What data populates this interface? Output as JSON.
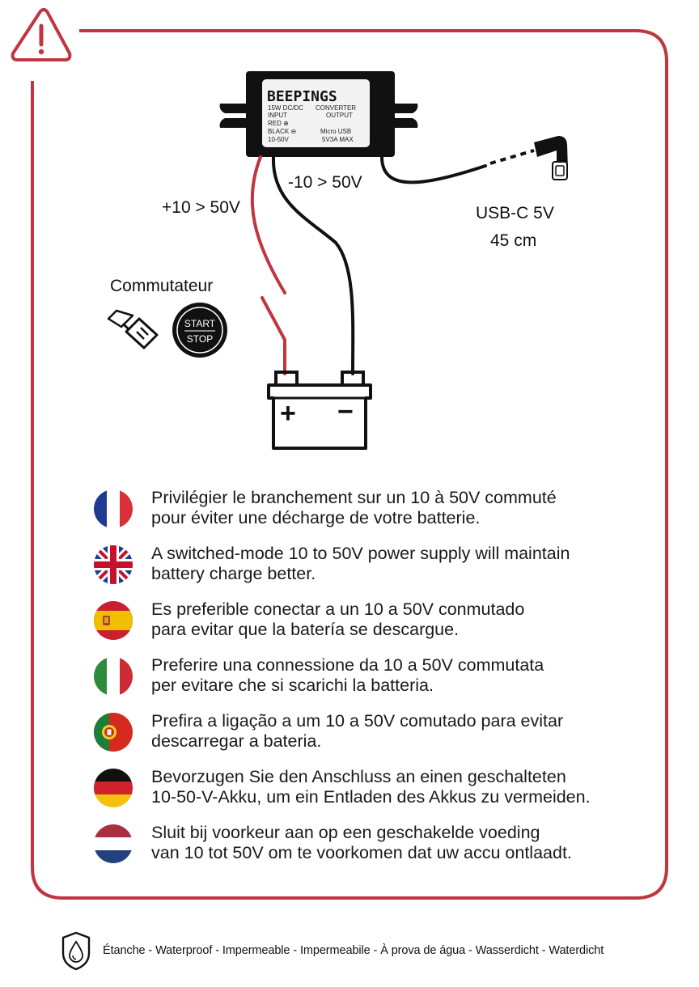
{
  "brand_color": "#c0353f",
  "converter": {
    "brand": "BEEPINGS",
    "line1_left": "15W  DC/DC",
    "line1_right": "CONVERTER",
    "line2_left": "INPUT",
    "line2_right": "OUTPUT",
    "line3_left": "RED  ⊕",
    "line4_left": "BLACK ⊖",
    "line4_right": "Micro USB",
    "line5_left": "10-50V",
    "line5_right": "5V3A  MAX"
  },
  "labels": {
    "negative": "-10 > 50V",
    "positive": "+10 > 50V",
    "usb_type": "USB-C 5V",
    "usb_length": "45 cm",
    "switch": "Commutateur",
    "start": "START",
    "stop": "STOP",
    "battery_plus": "+",
    "battery_minus": "−"
  },
  "warning_icon": "warning-triangle-icon",
  "languages": [
    {
      "flag": "france-flag-icon",
      "lines": [
        "Privilégier le branchement sur un 10 à 50V commuté",
        "pour éviter une décharge de votre batterie."
      ]
    },
    {
      "flag": "uk-flag-icon",
      "lines": [
        "A switched-mode 10 to 50V power supply will maintain",
        "battery charge better."
      ]
    },
    {
      "flag": "spain-flag-icon",
      "lines": [
        "Es preferible conectar a un 10 a 50V conmutado",
        "para evitar que la batería se descargue."
      ]
    },
    {
      "flag": "italy-flag-icon",
      "lines": [
        "Preferire una connessione da 10 a 50V commutata",
        "per evitare che si scarichi la batteria."
      ]
    },
    {
      "flag": "portugal-flag-icon",
      "lines": [
        "Prefira a ligação a um 10 a 50V comutado para evitar",
        "descarregar a bateria."
      ]
    },
    {
      "flag": "germany-flag-icon",
      "lines": [
        "Bevorzugen Sie den Anschluss an einen geschalteten",
        "10-50-V-Akku, um ein Entladen des Akkus zu vermeiden."
      ]
    },
    {
      "flag": "netherlands-flag-icon",
      "lines": [
        "Sluit bij voorkeur aan op een geschakelde voeding",
        "van 10 tot 50V om te voorkomen dat uw accu ontlaadt."
      ]
    }
  ],
  "footer": {
    "icon": "waterproof-shield-icon",
    "text": "Étanche - Waterproof - Impermeable - Impermeabile - À prova de água - Wasserdicht - Waterdicht"
  }
}
